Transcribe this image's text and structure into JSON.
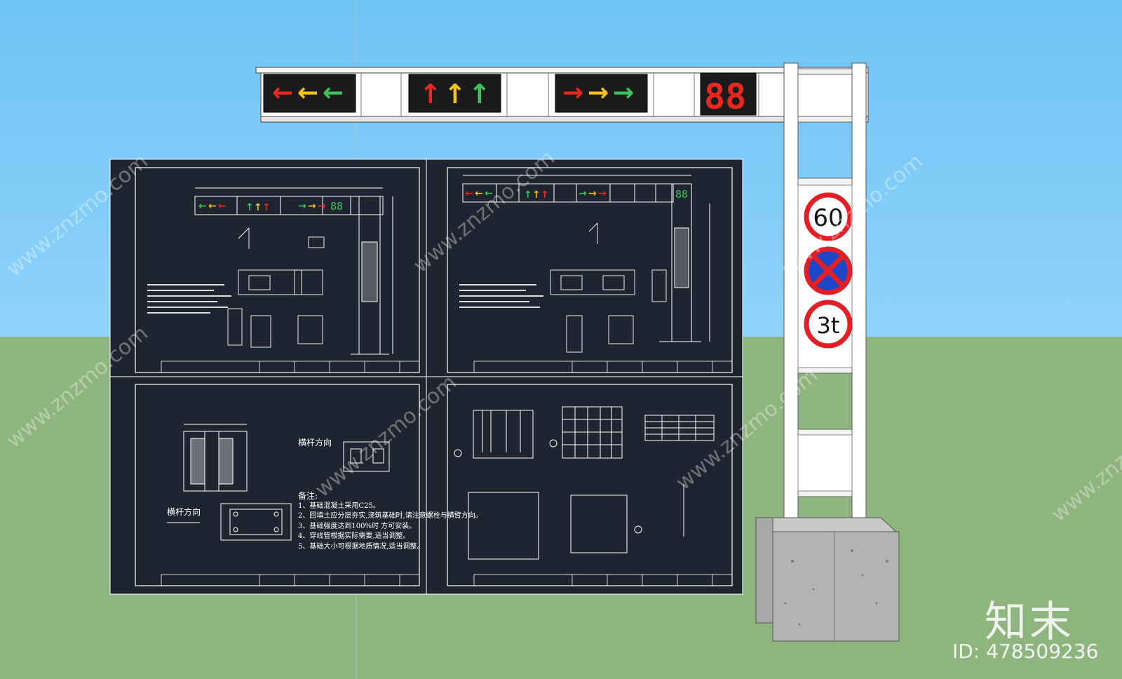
{
  "signal_panels": {
    "left_arrows": "← ← ←",
    "straight_arrows": "↑ ↑ ↑",
    "right_arrows": "→ → →",
    "countdown_digits": "88"
  },
  "signs": {
    "speed_limit": "60",
    "weight_limit": "3t"
  },
  "drawings": {
    "sheet_small_countdown": "88",
    "direction_label_top": "横杆方向",
    "direction_label_left": "横杆方向",
    "notes_title": "备注:",
    "notes": [
      "1、基础混凝土采用C25。",
      "2、回填土应分层夯实,浇筑基础时,请注意螺栓与横臂方向。",
      "3、基础强度达到100%时 方可安装。",
      "4、穿线管根据实际需要,适当调整。",
      "5、基础大小可根据地质情况,适当调整。"
    ]
  },
  "watermark": {
    "site": "www.znzmo.com",
    "brand": "知末",
    "id": "ID: 478509236"
  },
  "colors": {
    "sky": "#79c8f5",
    "grass": "#8fb57e",
    "cad_bg": "#1e2430",
    "red": "#e8281e",
    "yellow": "#f2c21b",
    "green": "#3ec25a",
    "sign_blue": "#1d47c9"
  }
}
